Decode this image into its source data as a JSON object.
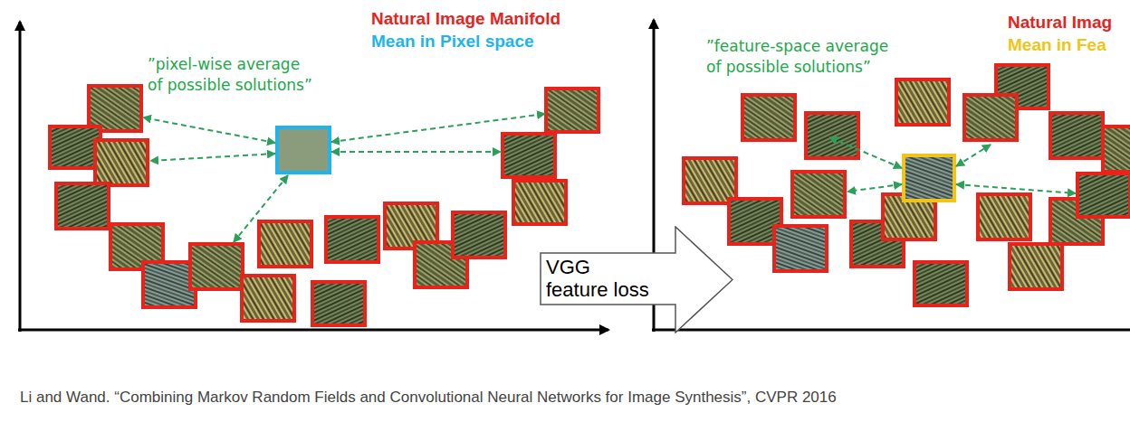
{
  "diagram": {
    "caption": "Li and Wand. “Combining Markov Random Fields and Convolutional Neural Networks for Image Synthesis”, CVPR 2016",
    "nodes": [
      {
        "text": [
          "VGG feature loss"
        ]
      }
    ],
    "labels": [
      "Natural Image Manifold",
      "Mean in Pixel space",
      "”pixel-wise average of possible solutions”",
      "Natural Imag",
      "Mean in Fea",
      "”feature-space average of possible solutions”"
    ]
  }
}
